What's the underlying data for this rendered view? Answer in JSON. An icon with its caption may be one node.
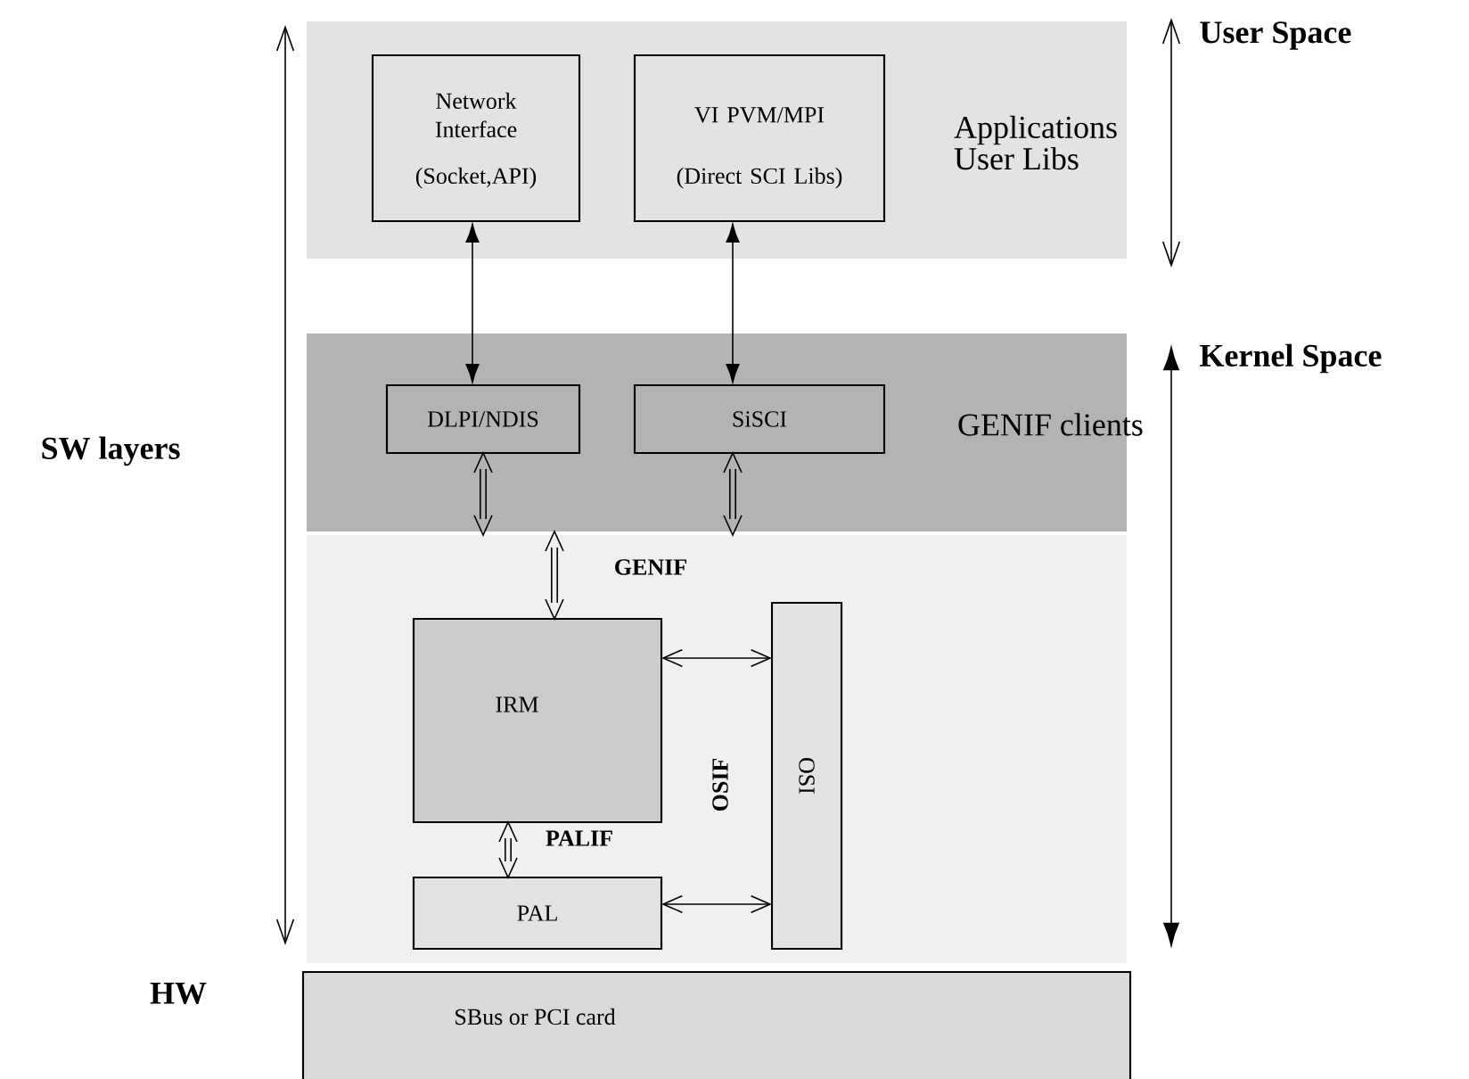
{
  "diagram": {
    "nodes": [
      {
        "text": [
          "Applications User Libs"
        ]
      },
      {
        "text": [
          "Network Interface",
          "(Socket,API)"
        ],
        "in": 0
      },
      {
        "text": [
          "VI PVM/MPI",
          "(Direct SCI Libs)"
        ],
        "in": 0
      },
      {
        "text": [
          "GENIF clients"
        ]
      },
      {
        "text": [
          "DLPI/NDIS"
        ],
        "in": 3
      },
      {
        "text": [
          "SiSCI"
        ],
        "in": 3
      },
      {
        "text": [],
        "shape": "box"
      },
      {
        "text": [
          "IRM"
        ],
        "in": 6
      },
      {
        "text": [
          "PAL"
        ],
        "in": 6
      },
      {
        "text": [
          "OSI"
        ],
        "in": 6
      },
      {
        "text": [
          "SBus or PCI card"
        ]
      }
    ],
    "edges": [
      {
        "from": 1,
        "to": 4,
        "arrow": "both"
      },
      {
        "from": 2,
        "to": 5,
        "arrow": "both"
      },
      {
        "from": 4,
        "to": 6,
        "arrow": "both"
      },
      {
        "from": 5,
        "to": 6,
        "arrow": "both"
      },
      {
        "from": 3,
        "to": 7,
        "arrow": "both",
        "label": "GENIF"
      },
      {
        "from": 7,
        "to": 8,
        "arrow": "both",
        "label": "PALIF"
      },
      {
        "from": 7,
        "to": 9,
        "arrow": "both"
      },
      {
        "from": 8,
        "to": 9,
        "arrow": "both"
      }
    ],
    "labels": [
      "User Space",
      "Kernel Space",
      "SW layers",
      "OSIF",
      "HW"
    ]
  }
}
